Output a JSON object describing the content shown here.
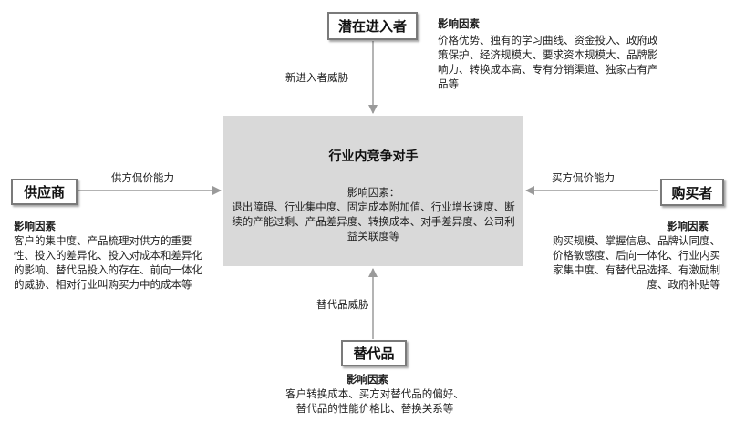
{
  "center": {
    "title": "行业内竞争对手",
    "factors_heading": "影响因素：",
    "factors": "退出障碍、行业集中度、固定成本附加值、行业增长速度、断续的产能过剩、产品差异度、转换成本、对手差异度、公司利益关联度等"
  },
  "top": {
    "box_label": "潜在进入者",
    "arrow_label": "新进入者威胁",
    "factors_heading": "影响因素",
    "factors": "价格优势、独有的学习曲线、资金投入、政府政策保护、经济规模大、要求资本规模大、品牌影响力、转换成本高、专有分销渠道、独家占有产品等"
  },
  "left": {
    "box_label": "供应商",
    "arrow_label": "供方侃价能力",
    "factors_heading": "影响因素",
    "factors": "客户的集中度、产品梳理对供方的重要性、投入的差异化、投入对成本和差异化的影响、替代品投入的存在、前向一体化的威胁、相对行业叫购买力中的成本等"
  },
  "right": {
    "box_label": "购买者",
    "arrow_label": "买方侃价能力",
    "factors_heading": "影响因素",
    "factors": "购买规模、掌握信息、品牌认同度、价格敏感度、后向一体化、行业内买家集中度、有替代品选择、有激励制度、政府补贴等"
  },
  "bottom": {
    "box_label": "替代品",
    "arrow_label": "替代品威胁",
    "factors_heading": "影响因素",
    "factors": "客户转换成本、买方对替代品的偏好、替代品的性能价格比、替换关系等"
  },
  "colors": {
    "center_fill": "#d9d9d9",
    "box_border": "#7a7a7a",
    "arrow": "#9a9a9a"
  }
}
